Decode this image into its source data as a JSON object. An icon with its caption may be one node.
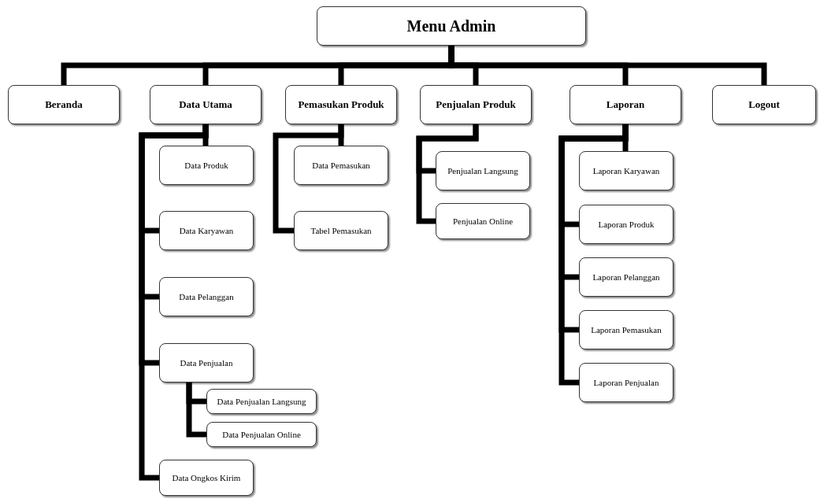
{
  "diagram": {
    "nodes": [
      {
        "text": [
          "Menu Admin"
        ]
      },
      {
        "text": [
          "Beranda"
        ]
      },
      {
        "text": [
          "Data Utama"
        ]
      },
      {
        "text": [
          "Pemasukan Produk"
        ]
      },
      {
        "text": [
          "Penjualan Produk"
        ]
      },
      {
        "text": [
          "Laporan"
        ]
      },
      {
        "text": [
          "Logout"
        ]
      },
      {
        "text": [
          "Data Produk"
        ]
      },
      {
        "text": [
          "Data Karyawan"
        ]
      },
      {
        "text": [
          "Data Pelanggan"
        ]
      },
      {
        "text": [
          "Data Penjualan"
        ]
      },
      {
        "text": [
          "Data Penjualan Langsung"
        ]
      },
      {
        "text": [
          "Data Penjualan Online"
        ]
      },
      {
        "text": [
          "Data Ongkos Kirim"
        ]
      },
      {
        "text": [
          "Data Pemasukan"
        ]
      },
      {
        "text": [
          "Tabel Pemasukan"
        ]
      },
      {
        "text": [
          "Penjualan Langsung"
        ]
      },
      {
        "text": [
          "Penjualan Online"
        ]
      },
      {
        "text": [
          "Laporan Karyawan"
        ]
      },
      {
        "text": [
          "Laporan Produk"
        ]
      },
      {
        "text": [
          "Laporan Pelanggan"
        ]
      },
      {
        "text": [
          "Laporan Pemasukan"
        ]
      },
      {
        "text": [
          "Laporan Penjualan"
        ]
      }
    ],
    "edges": [
      {
        "from": 0,
        "to": 1,
        "arrow": "none"
      },
      {
        "from": 0,
        "to": 2,
        "arrow": "none"
      },
      {
        "from": 0,
        "to": 3,
        "arrow": "none"
      },
      {
        "from": 0,
        "to": 4,
        "arrow": "none"
      },
      {
        "from": 0,
        "to": 5,
        "arrow": "none"
      },
      {
        "from": 0,
        "to": 6,
        "arrow": "none"
      },
      {
        "from": 2,
        "to": 7,
        "arrow": "none"
      },
      {
        "from": 2,
        "to": 8,
        "arrow": "none"
      },
      {
        "from": 2,
        "to": 9,
        "arrow": "none"
      },
      {
        "from": 2,
        "to": 10,
        "arrow": "none"
      },
      {
        "from": 10,
        "to": 11,
        "arrow": "none"
      },
      {
        "from": 10,
        "to": 12,
        "arrow": "none"
      },
      {
        "from": 2,
        "to": 13,
        "arrow": "none"
      },
      {
        "from": 3,
        "to": 14,
        "arrow": "none"
      },
      {
        "from": 3,
        "to": 15,
        "arrow": "none"
      },
      {
        "from": 4,
        "to": 16,
        "arrow": "none"
      },
      {
        "from": 4,
        "to": 17,
        "arrow": "none"
      },
      {
        "from": 5,
        "to": 18,
        "arrow": "none"
      },
      {
        "from": 5,
        "to": 19,
        "arrow": "none"
      },
      {
        "from": 5,
        "to": 20,
        "arrow": "none"
      },
      {
        "from": 5,
        "to": 21,
        "arrow": "none"
      },
      {
        "from": 5,
        "to": 22,
        "arrow": "none"
      }
    ]
  }
}
